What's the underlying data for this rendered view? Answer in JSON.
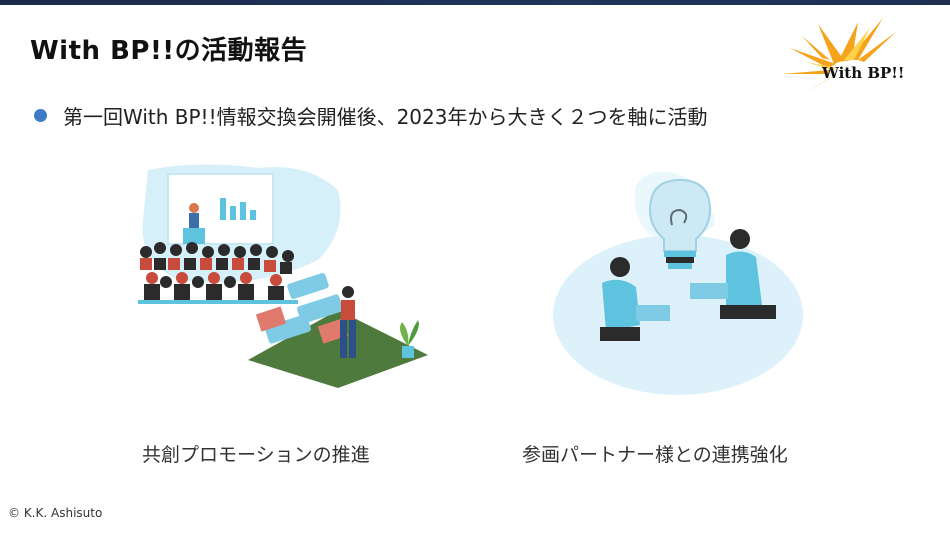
{
  "slide": {
    "title": "With BP!!の活動報告",
    "bullet": "第一回With BP!!情報交換会開催後、2023年から大きく２つを軸に活動",
    "logo_text": "With BP!!",
    "items": [
      {
        "caption": "共創プロモーションの推進",
        "icon": "co-creation-promotion-illustration"
      },
      {
        "caption": "参画パートナー様との連携強化",
        "icon": "partner-collaboration-illustration"
      }
    ],
    "copyright": "© K.K. Ashisuto"
  },
  "colors": {
    "accent": "#3d7cc4",
    "top_bar": "#1b2a4a",
    "illustration_light_blue": "#d6f0fa",
    "illustration_teal": "#5ec3de",
    "sun_orange": "#f5a31a",
    "grass_green": "#4e7a3d"
  }
}
